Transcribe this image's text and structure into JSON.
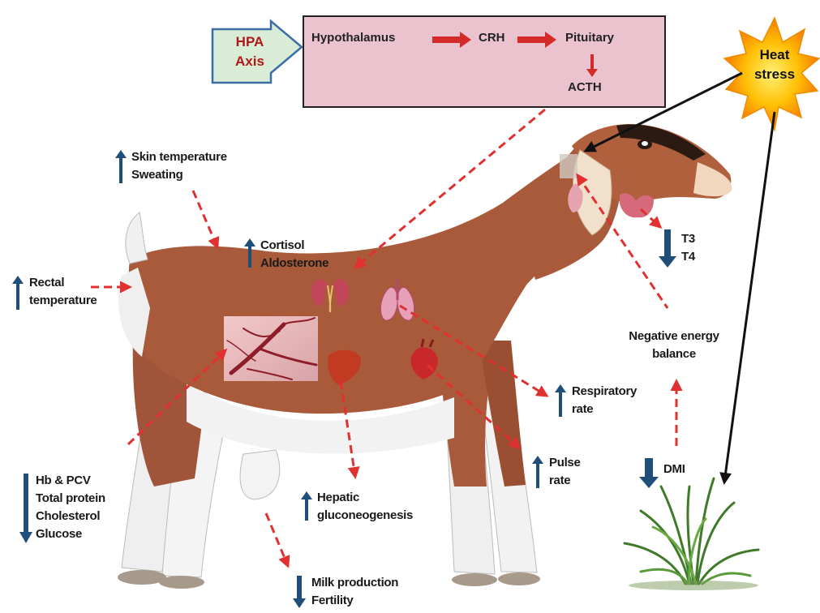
{
  "hpa": {
    "box_label": [
      "HPA",
      "Axis"
    ],
    "steps": [
      "Hypothalamus",
      "CRH",
      "Pituitary",
      "ACTH"
    ]
  },
  "heat_stress": [
    "Heat",
    "stress"
  ],
  "effects": {
    "skin": {
      "direction": "up",
      "lines": [
        "Skin temperature",
        "Sweating"
      ]
    },
    "cortisol": {
      "direction": "up",
      "lines": [
        "Cortisol",
        "Aldosterone"
      ]
    },
    "rectal": {
      "direction": "up",
      "lines": [
        "Rectal",
        "temperature"
      ]
    },
    "thyroid": {
      "direction": "down",
      "lines": [
        "T3",
        "T4"
      ]
    },
    "negative_energy": {
      "lines": [
        "Negative energy",
        "balance"
      ]
    },
    "respiratory": {
      "direction": "up",
      "lines": [
        "Respiratory",
        "rate"
      ]
    },
    "pulse": {
      "direction": "up",
      "lines": [
        "Pulse",
        "rate"
      ]
    },
    "blood": {
      "direction": "down",
      "lines": [
        "Hb & PCV",
        "Total protein",
        "Cholesterol",
        "Glucose"
      ]
    },
    "hepatic": {
      "direction": "up",
      "lines": [
        "Hepatic",
        "gluconeogenesis"
      ]
    },
    "dmi": {
      "direction": "down",
      "lines": [
        "DMI"
      ]
    },
    "milk": {
      "direction": "down",
      "lines": [
        "Milk production",
        "Fertility"
      ]
    }
  },
  "colors": {
    "hpa_box_fill": "#ebc3cf",
    "hpa_box_border": "#222222",
    "hpa_label_fill": "#d9ecd5",
    "hpa_label_border": "#3a6ea5",
    "hpa_text": "#b01818",
    "flow_arrow": "#d42a2a",
    "dashed_arrow": "#e03030",
    "indicator_arrow": "#1f4e79",
    "goat_brown": "#a85a3a",
    "goat_white": "#efefef",
    "sun": "#f7a600"
  },
  "icons": [
    "sun-icon",
    "kidney-icon",
    "lung-icon",
    "liver-icon",
    "heart-icon",
    "thyroid-icon",
    "blood-vessel-icon",
    "grass-icon",
    "goat-illustration"
  ]
}
